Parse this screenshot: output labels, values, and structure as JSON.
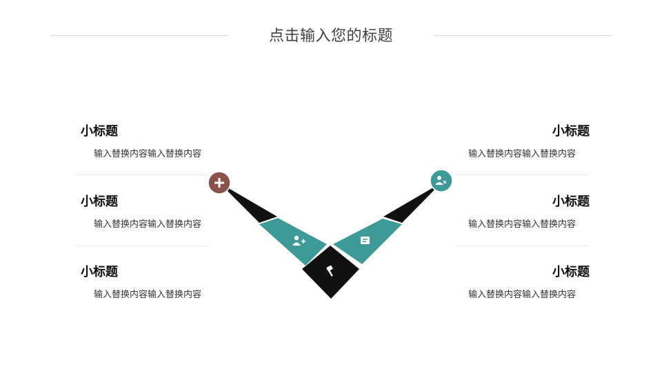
{
  "title": "点击输入您的标题",
  "left_items": [
    {
      "heading": "小标题",
      "text": "输入替换内容输入替换内容"
    },
    {
      "heading": "小标题",
      "text": "输入替换内容输入替换内容"
    },
    {
      "heading": "小标题",
      "text": "输入替换内容输入替换内容"
    }
  ],
  "right_items": [
    {
      "heading": "小标题",
      "text": "输入替换内容输入替换内容"
    },
    {
      "heading": "小标题",
      "text": "输入替换内容输入替换内容"
    },
    {
      "heading": "小标题",
      "text": "输入替换内容输入替换内容"
    }
  ],
  "icons": {
    "left_circle": "plus-icon",
    "right_circle": "user-remove-icon",
    "left_teal": "user-add-icon",
    "right_teal": "document-icon",
    "bottom_black": "gavel-icon"
  },
  "colors": {
    "teal": "#3e9a96",
    "brown": "#8a524b",
    "black": "#111111",
    "title_text": "#404040",
    "rule": "#d9d9d9"
  }
}
